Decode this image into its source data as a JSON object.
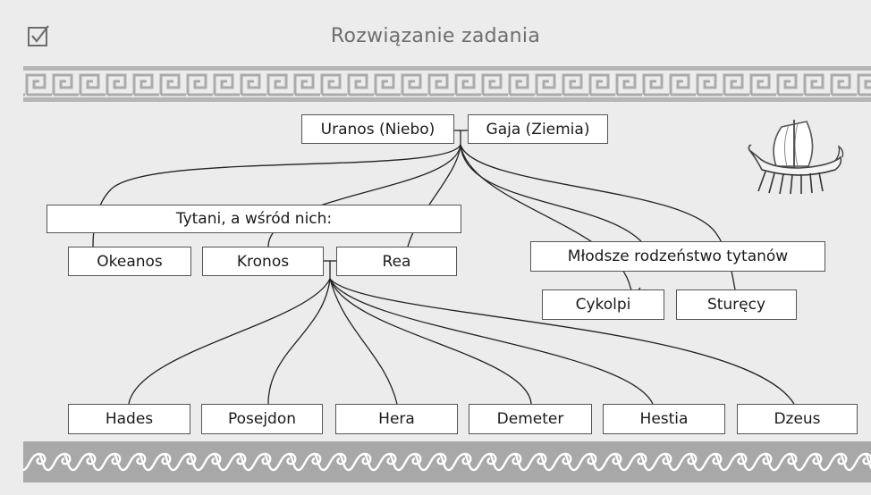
{
  "header": {
    "title": "Rozwiązanie zadania",
    "icon": "checked-box-icon"
  },
  "decor": {
    "top_band": "greek-key-border",
    "bottom_band": "wave-border",
    "ship": "ancient-galley-icon"
  },
  "tree": {
    "parents": {
      "left": "Uranos (Niebo)",
      "right": "Gaja (Ziemia)"
    },
    "titans_label": "Tytani, a wśród nich:",
    "titans": [
      "Okeanos",
      "Kronos",
      "Rea"
    ],
    "younger_label": "Młodsze rodzeństwo tytanów",
    "younger": [
      "Cykolpi",
      "Sturęcy"
    ],
    "children": [
      "Hades",
      "Posejdon",
      "Hera",
      "Demeter",
      "Hestia",
      "Dzeus"
    ]
  }
}
